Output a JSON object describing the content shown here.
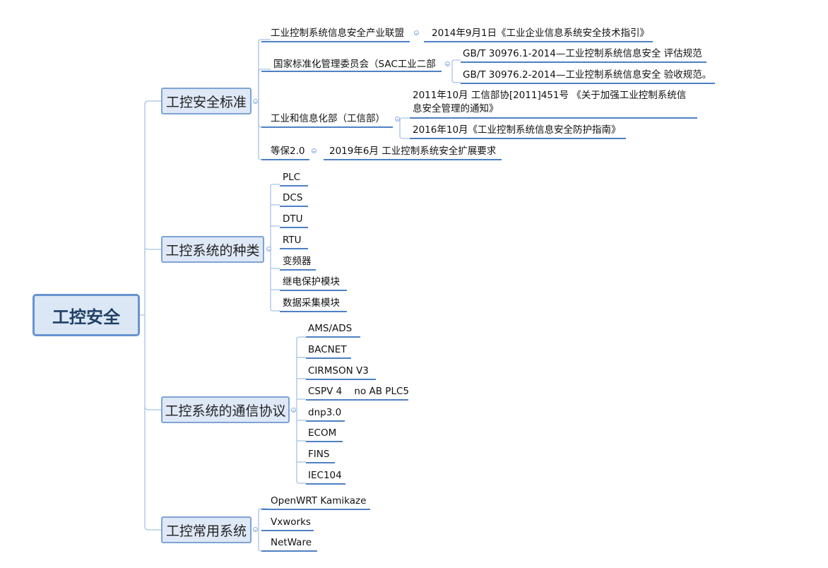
{
  "root": {
    "label": "工控安全"
  },
  "standards": {
    "label": "工控安全标准",
    "alliance": "工业控制系统信息安全产业联盟",
    "alliance_child": "2014年9月1日《工业企业信息系统安全技术指引》",
    "sac": "国家标准化管理委员会（SAC工业二部",
    "sac_child_1": "GB/T 30976.1-2014—工业控制系统信息安全 评估规范",
    "sac_child_2": "GB/T 30976.2-2014—工业控制系统信息安全 验收规范。",
    "miit": "工业和信息化部（工信部）",
    "miit_child_1": "2011年10月 工信部协[2011]451号 《关于加强工业控制系统信息安全管理的通知》",
    "miit_child_2": "2016年10月《工业控制系统信息安全防护指南》",
    "dengbao": "等保2.0",
    "dengbao_child": "2019年6月 工业控制系统安全扩展要求"
  },
  "types": {
    "label": "工控系统的种类",
    "items": [
      "PLC",
      "DCS",
      "DTU",
      "RTU",
      "变频器",
      "继电保护模块",
      "数据采集模块"
    ]
  },
  "protocols": {
    "label": "工控系统的通信协议",
    "items": [
      "AMS/ADS",
      "BACNET",
      "CIRMSON V3",
      "CSPV 4    no AB PLC5",
      "dnp3.0",
      "ECOM",
      "FINS",
      "IEC104"
    ]
  },
  "systems": {
    "label": "工控常用系统",
    "items": [
      "OpenWRT Kamikaze",
      "Vxworks",
      "NetWare"
    ]
  },
  "colors": {
    "line": "#4e80c4",
    "node_border": "#7fa3d5",
    "node_fill": "#dee8f6",
    "root_border": "#6694cf"
  }
}
